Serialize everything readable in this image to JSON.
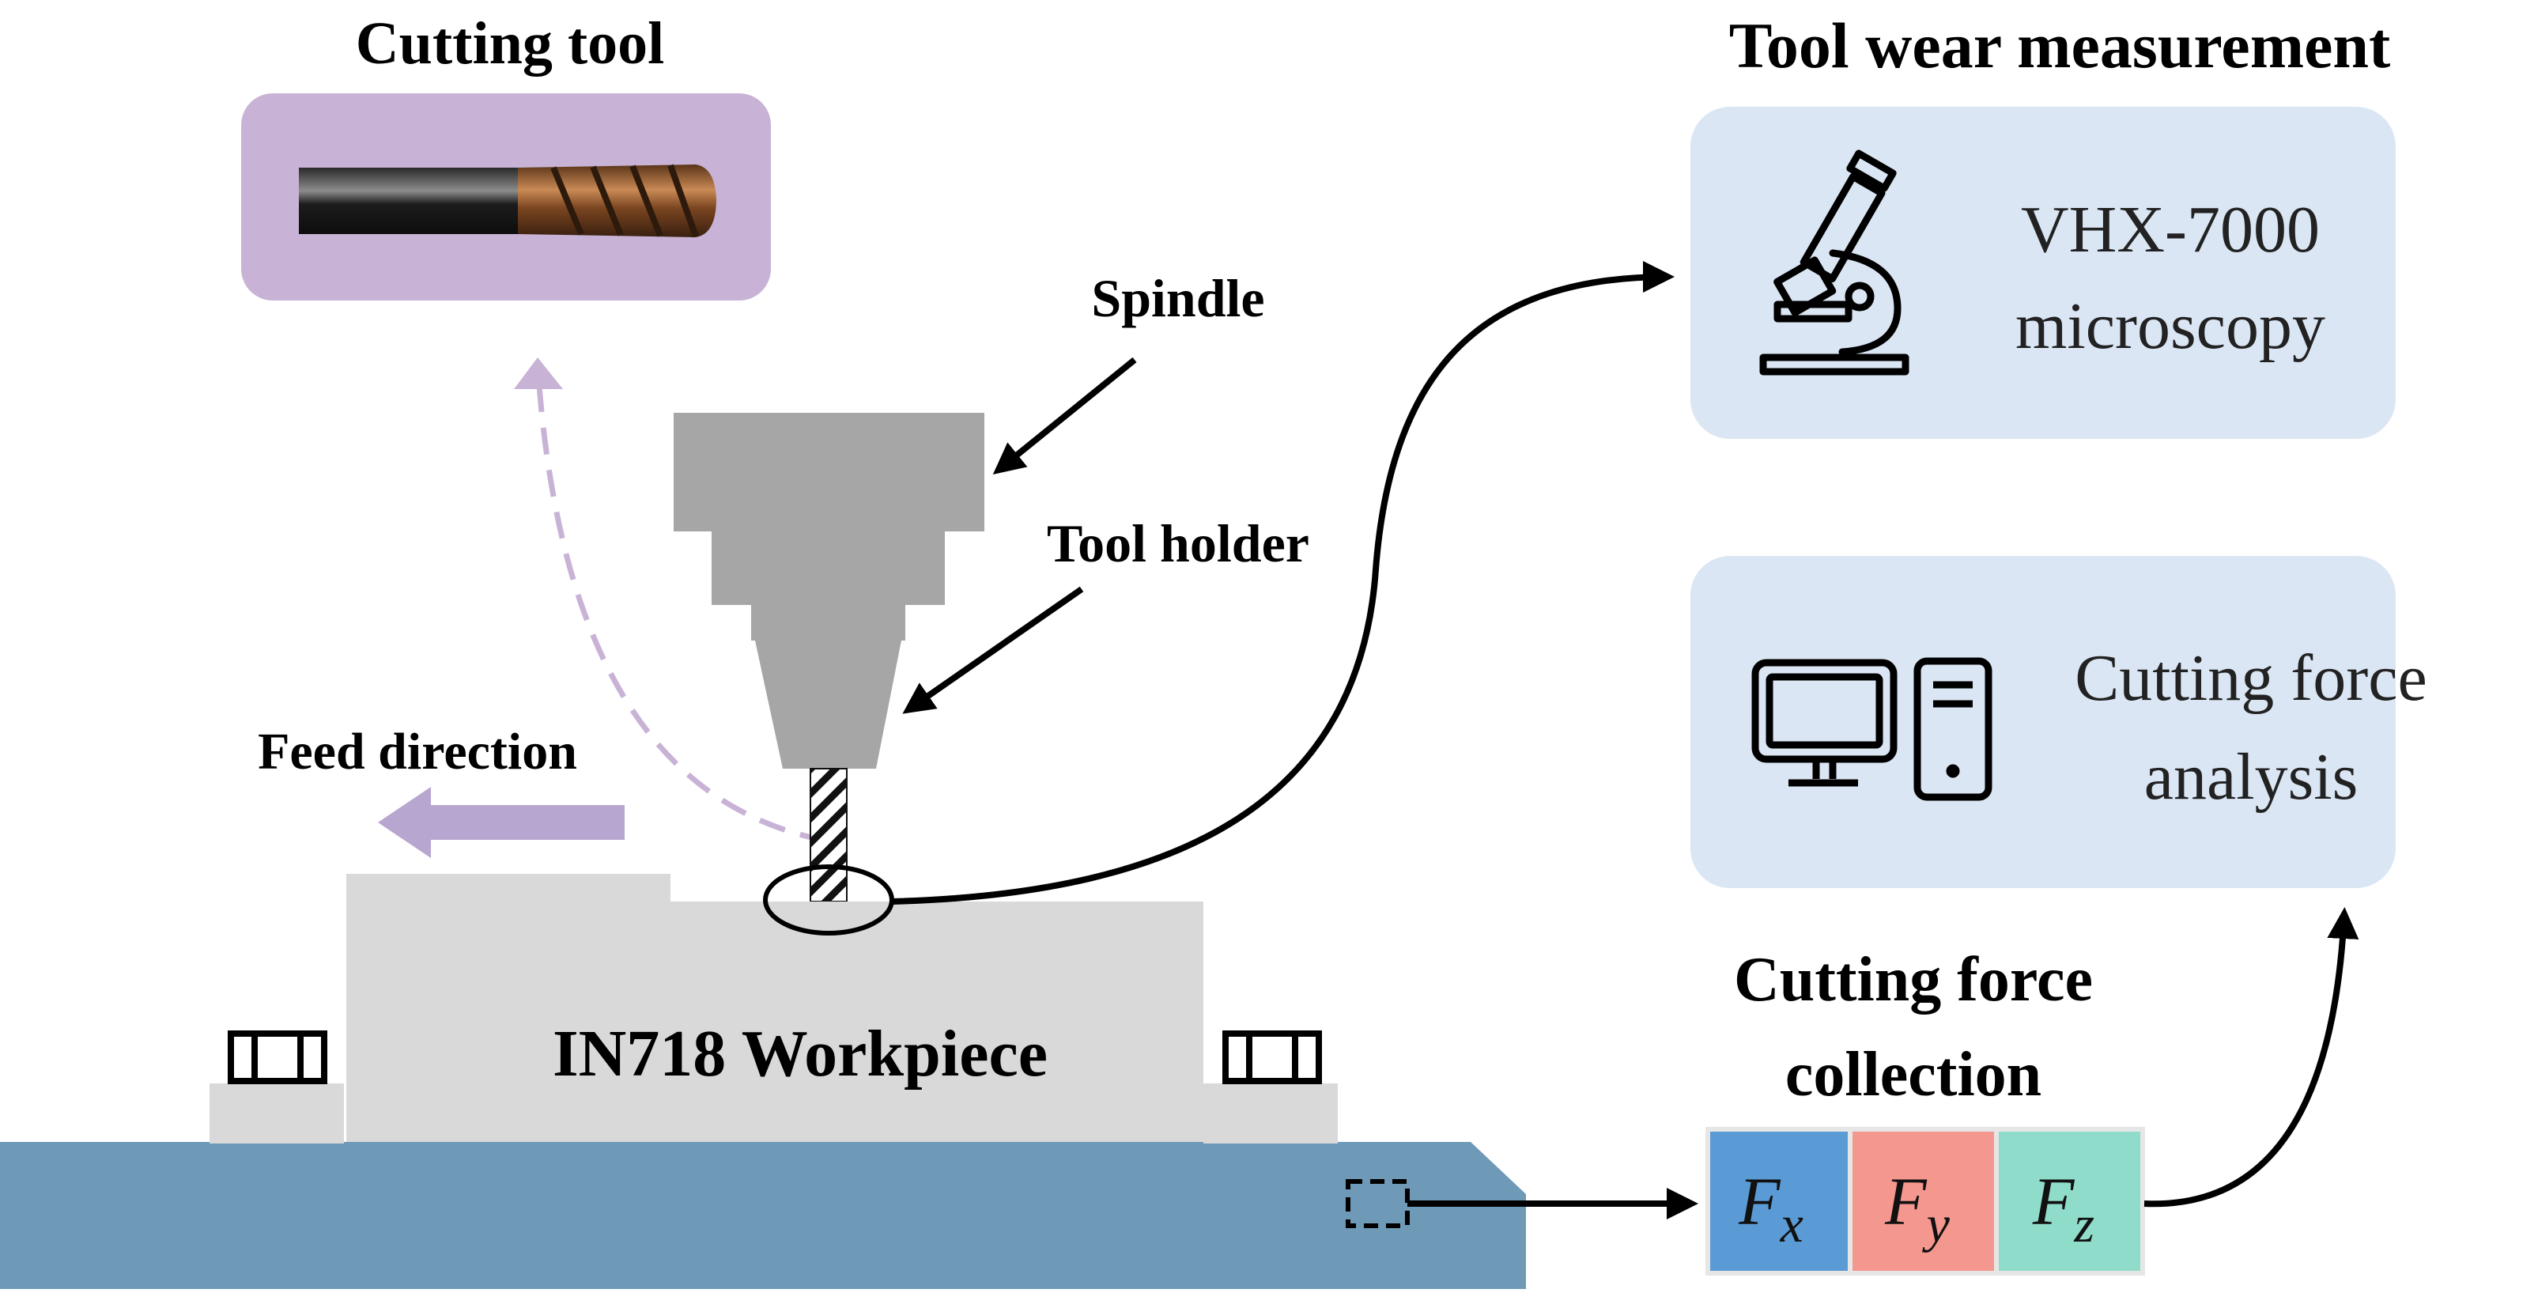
{
  "labels": {
    "cutting_tool": "Cutting tool",
    "spindle": "Spindle",
    "tool_holder": "Tool holder",
    "feed_direction": "Feed direction",
    "workpiece": "IN718 Workpiece",
    "tool_wear_measurement": "Tool wear measurement",
    "cutting_force_collection_line1": "Cutting force",
    "cutting_force_collection_line2": "collection"
  },
  "microscope_box": {
    "line1": "VHX-7000",
    "line2": "microscopy",
    "icon": "microscope-icon"
  },
  "analysis_box": {
    "line1": "Cutting force",
    "line2": "analysis",
    "icon": "computer-icon"
  },
  "forces": [
    {
      "symbol": "F",
      "subscript": "x",
      "color": "#5B9BD5"
    },
    {
      "symbol": "F",
      "subscript": "y",
      "color": "#F4978E"
    },
    {
      "symbol": "F",
      "subscript": "z",
      "color": "#8FDCCB"
    }
  ],
  "colors": {
    "cutting_tool_panel": "#C8B3D6",
    "info_panel": "#DBE6F4",
    "machine_gray": "#A6A6A6",
    "workpiece": "#D9D9D9",
    "table": "#6E9AB8",
    "feed_arrow": "#B7A6CF"
  }
}
